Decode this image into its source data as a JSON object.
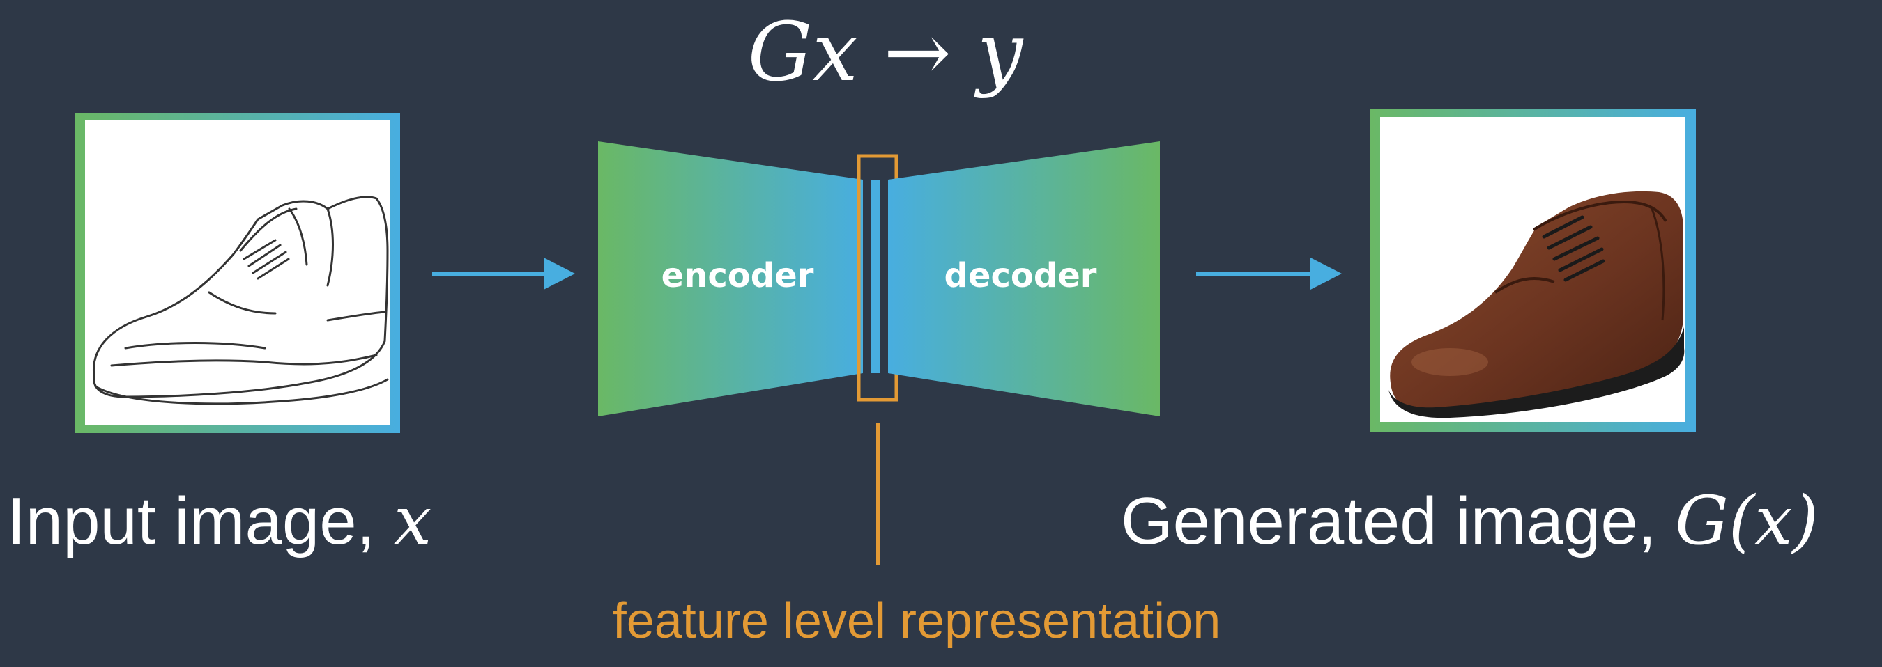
{
  "title": "Gx → y",
  "encoder_label": "encoder",
  "decoder_label": "decoder",
  "input_caption": {
    "text": "Input image, ",
    "math": "x"
  },
  "output_caption": {
    "text": "Generated image, ",
    "math": "G(x)"
  },
  "feature_label": "feature level representation",
  "colors": {
    "background": "#2e3847",
    "green": "#6ab865",
    "blue": "#48aee0",
    "orange": "#e39a35",
    "white": "#ffffff"
  },
  "icons": {
    "input_image": "shoe-sketch-image",
    "output_image": "brown-shoe-photo"
  }
}
